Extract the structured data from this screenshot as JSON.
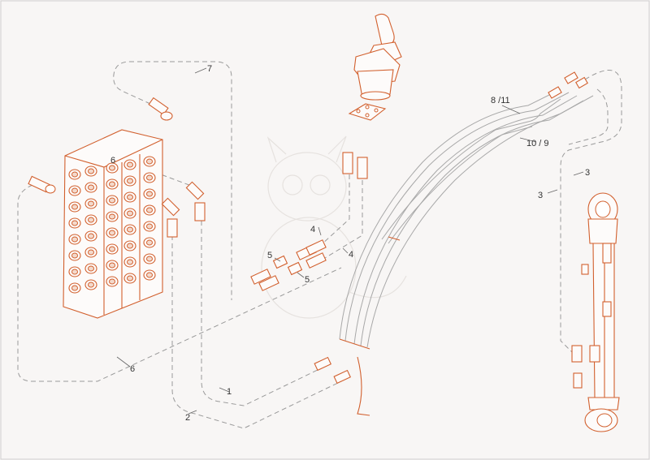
{
  "diagram": {
    "callouts": {
      "c7": "7",
      "c8_11": "8 /11",
      "c10_9": "10 / 9",
      "c3a": "3",
      "c3b": "3",
      "c6a": "6",
      "c6b": "6",
      "c4a": "4",
      "c4b": "4",
      "c5a": "5",
      "c5b": "5",
      "c1": "1",
      "c2": "2"
    },
    "colors": {
      "part_outline": "#d2602e",
      "hose_line": "#9a9a9a",
      "frame": "#cfcfcf"
    },
    "parts": [
      "control-valve-block",
      "joystick",
      "joystick-base-plate",
      "boom-hose-bundle",
      "hydraulic-cylinder",
      "hose-fittings"
    ]
  }
}
